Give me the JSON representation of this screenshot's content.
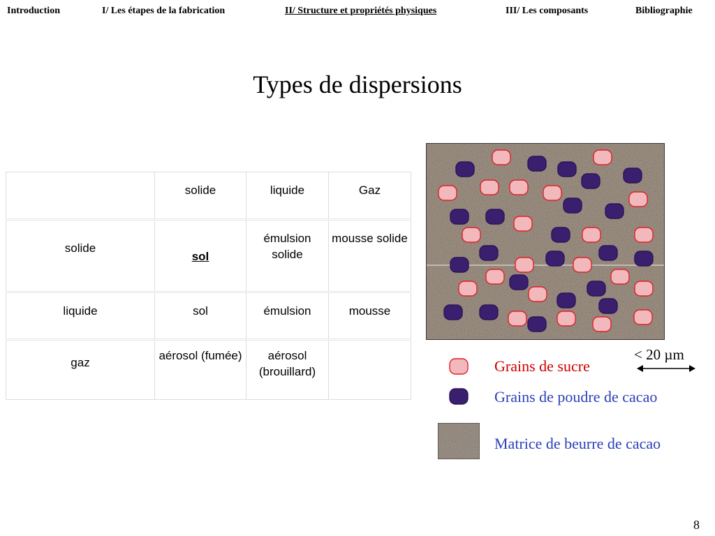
{
  "nav": {
    "items": [
      {
        "label": "Introduction"
      },
      {
        "label": "I/ Les étapes de la fabrication"
      },
      {
        "label": "II/ Structure et propriétés physiques"
      },
      {
        "label": "III/ Les composants"
      },
      {
        "label": "Bibliographie"
      }
    ]
  },
  "title": "Types de dispersions",
  "table": {
    "header": [
      "",
      "solide",
      "liquide",
      "Gaz"
    ],
    "rows": [
      {
        "label": "solide",
        "cells": [
          "sol",
          "émulsion solide",
          "mousse solide"
        ]
      },
      {
        "label": "liquide",
        "cells": [
          "sol",
          "émulsion",
          "mousse"
        ]
      },
      {
        "label": "gaz",
        "cells": [
          "aérosol (fumée)",
          "aérosol (brouillard)",
          ""
        ]
      }
    ]
  },
  "micrograph": {
    "matrix_color": "#a89d92",
    "sugar_fill": "#f2b9bd",
    "sugar_stroke": "#e0202a",
    "cocoa_fill": "#3a1f6e",
    "cocoa_stroke": "#2a1458"
  },
  "scale": {
    "label": "< 20 µm"
  },
  "legend": {
    "sugar": {
      "label": "Grains de sucre",
      "color": "#cc0000"
    },
    "cocoa": {
      "label": "Grains de poudre de cacao",
      "color": "#2a3fb8"
    },
    "matrix": {
      "label": "Matrice de beurre de cacao",
      "color": "#2a3fb8"
    }
  },
  "page_number": "8"
}
